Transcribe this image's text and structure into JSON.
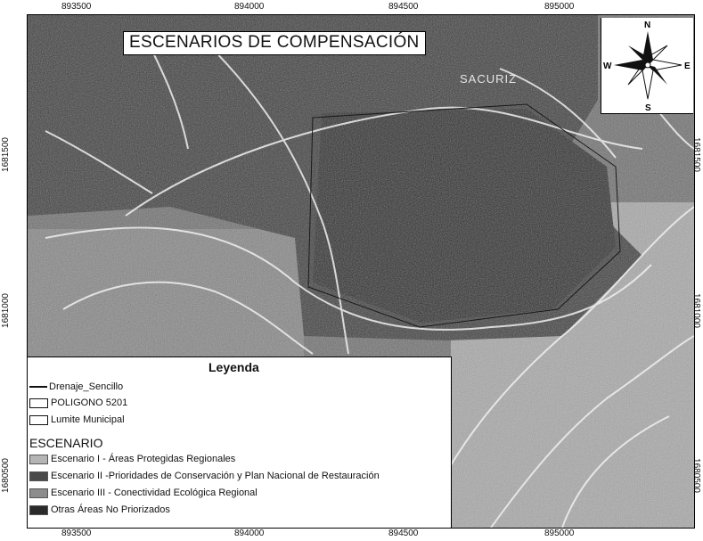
{
  "map": {
    "title": "ESCENARIOS DE COMPENSACIÓN",
    "place_label": "SACURIZ",
    "x_ticks": [
      "893500",
      "894000",
      "894500",
      "895000"
    ],
    "y_ticks": [
      "1681500",
      "1681000",
      "1680500"
    ],
    "compass": {
      "north": "N",
      "south": "S",
      "east": "E",
      "west": "W"
    }
  },
  "legend": {
    "title": "Leyenda",
    "items": [
      {
        "label": "Drenaje_Sencillo",
        "symbol": "line"
      },
      {
        "label": "POLIGONO 5201",
        "symbol": "polygon"
      },
      {
        "label": "Lumite Municipal",
        "symbol": "polygon"
      }
    ],
    "scenario_heading": "ESCENARIO",
    "scenarios": [
      {
        "label": "Escenario I - Áreas Protegidas Regionales",
        "color": "#b5b5b5"
      },
      {
        "label": "Escenario II -Prioridades de Conservación y Plan Nacional de Restauración",
        "color": "#4a4a4a"
      },
      {
        "label": "Escenario III - Conectividad Ecológica Regional",
        "color": "#8c8c8c"
      },
      {
        "label": "Otras Áreas No Priorizados",
        "color": "#2a2a2a"
      }
    ]
  },
  "colors": {
    "dark_area": "#3a3a3a",
    "mid_area": "#7b7b7b",
    "light_area": "#b8b8b8",
    "drainage": "#f2f2f2"
  }
}
